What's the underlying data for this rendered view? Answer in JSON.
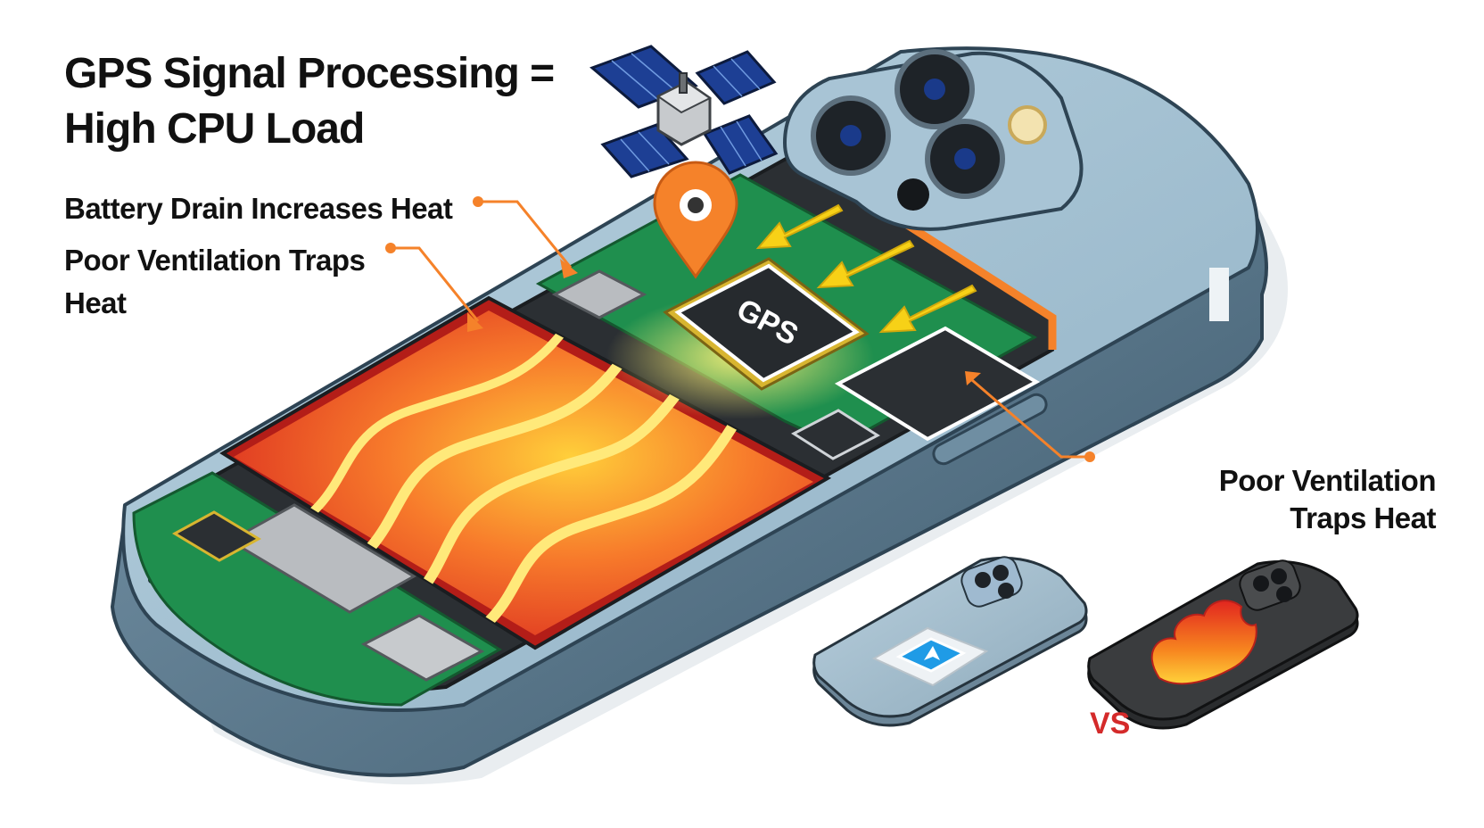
{
  "title": {
    "line1": "GPS Signal Processing =",
    "line2": "High CPU Load"
  },
  "callouts": {
    "battery_drain": "Battery Drain Increases Heat",
    "ventilation_left": "Poor Ventilation Traps Heat",
    "ventilation_right": "Poor Ventilation Traps Heat"
  },
  "chip_label": "GPS",
  "comparison": {
    "vs_label": "VS",
    "cool_phone_icon": "navigation-arrow-icon",
    "hot_phone_icon": "flame-icon"
  },
  "colors": {
    "phone_frame": "#5d7a8f",
    "phone_back": "#a6c2d3",
    "board": "#1f8f4e",
    "battery_hot": "#e8312a",
    "heat_wave": "#ffd23a",
    "accent_orange": "#f5822a",
    "arrow_yellow": "#f7d117",
    "vs_red": "#d42a2a",
    "hot_phone": "#3a3a3a"
  }
}
